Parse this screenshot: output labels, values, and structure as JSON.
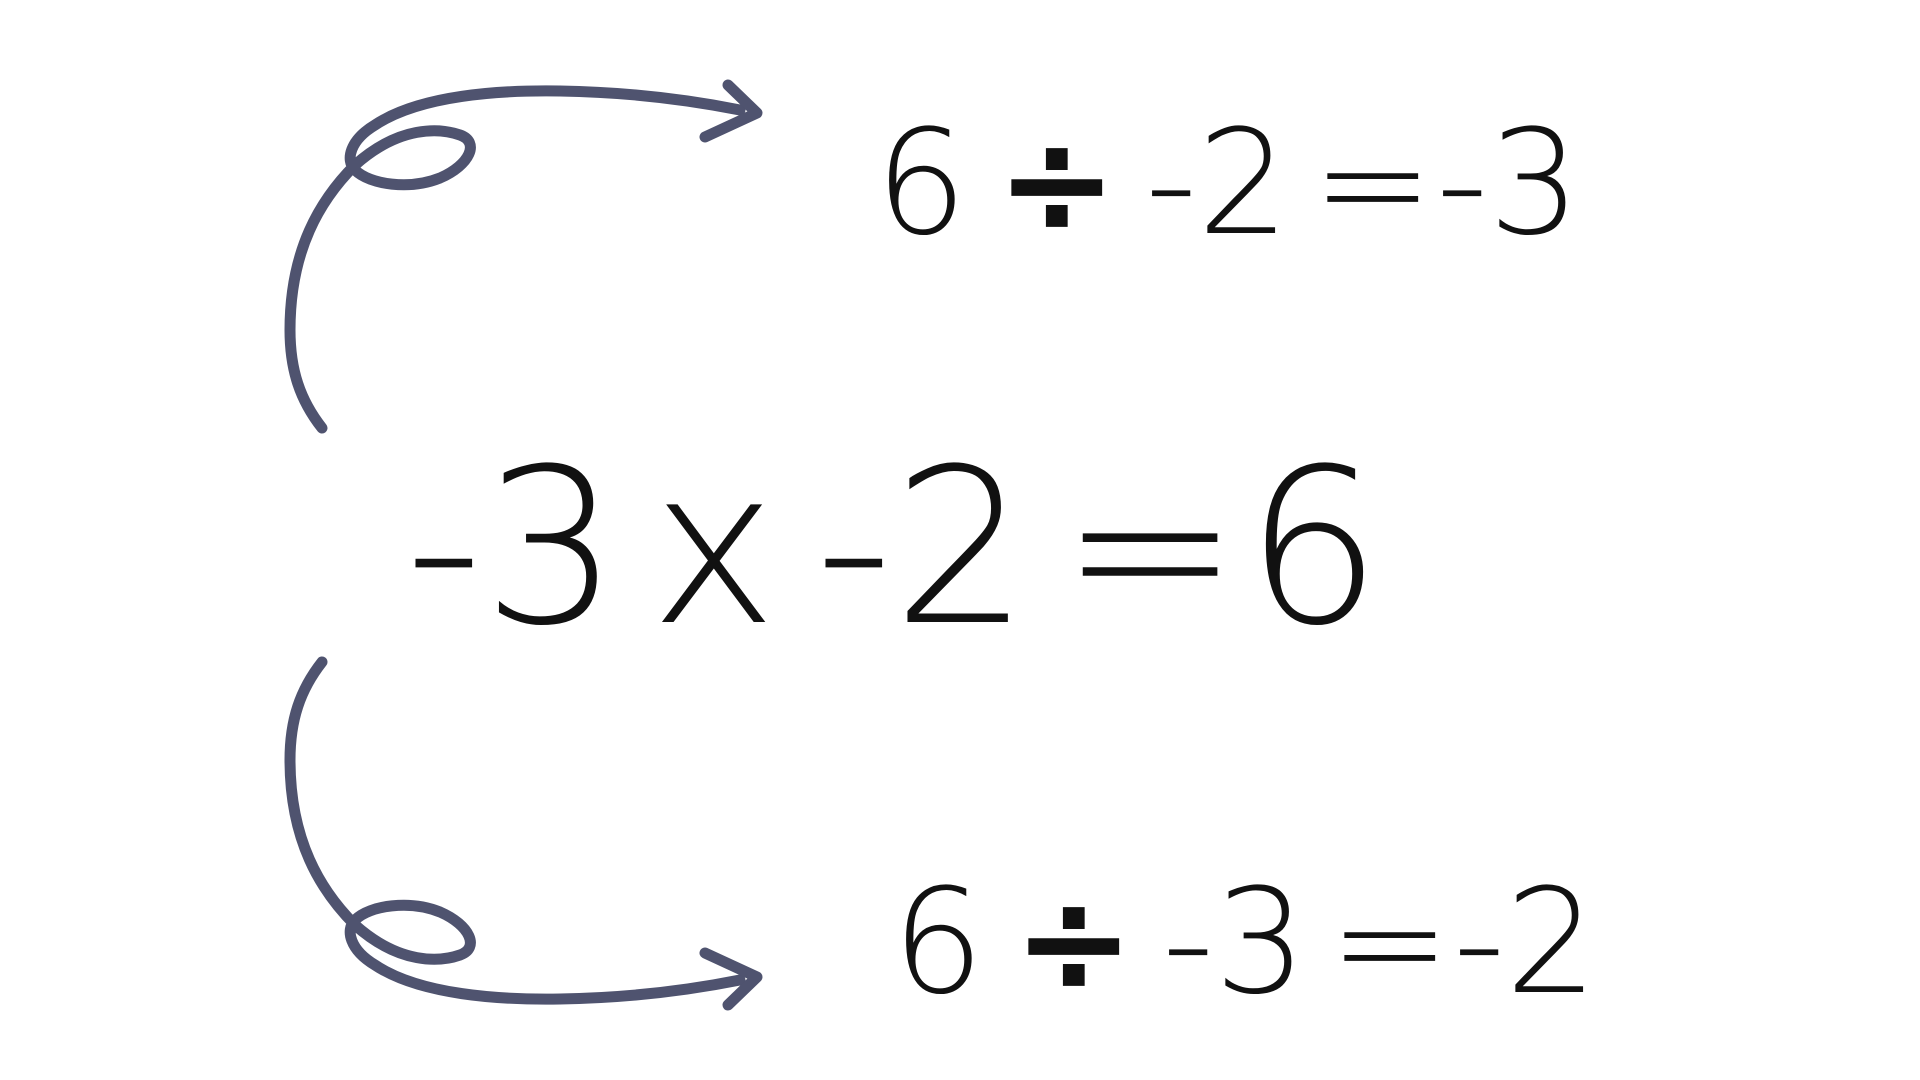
{
  "colors": {
    "text": "#111111",
    "arrow": "#4f536f"
  },
  "icons": [
    "curved-arrow-icon"
  ],
  "equations": {
    "top": {
      "dividend": "6",
      "operator": "÷",
      "divisor": "-2",
      "equals": "=",
      "result": "-3"
    },
    "middle": {
      "left": "-3",
      "operator": "x",
      "right": "-2",
      "equals": "=",
      "result": "6"
    },
    "bottom": {
      "dividend": "6",
      "operator": "÷",
      "divisor": "-3",
      "equals": "=",
      "result": "-2"
    }
  }
}
